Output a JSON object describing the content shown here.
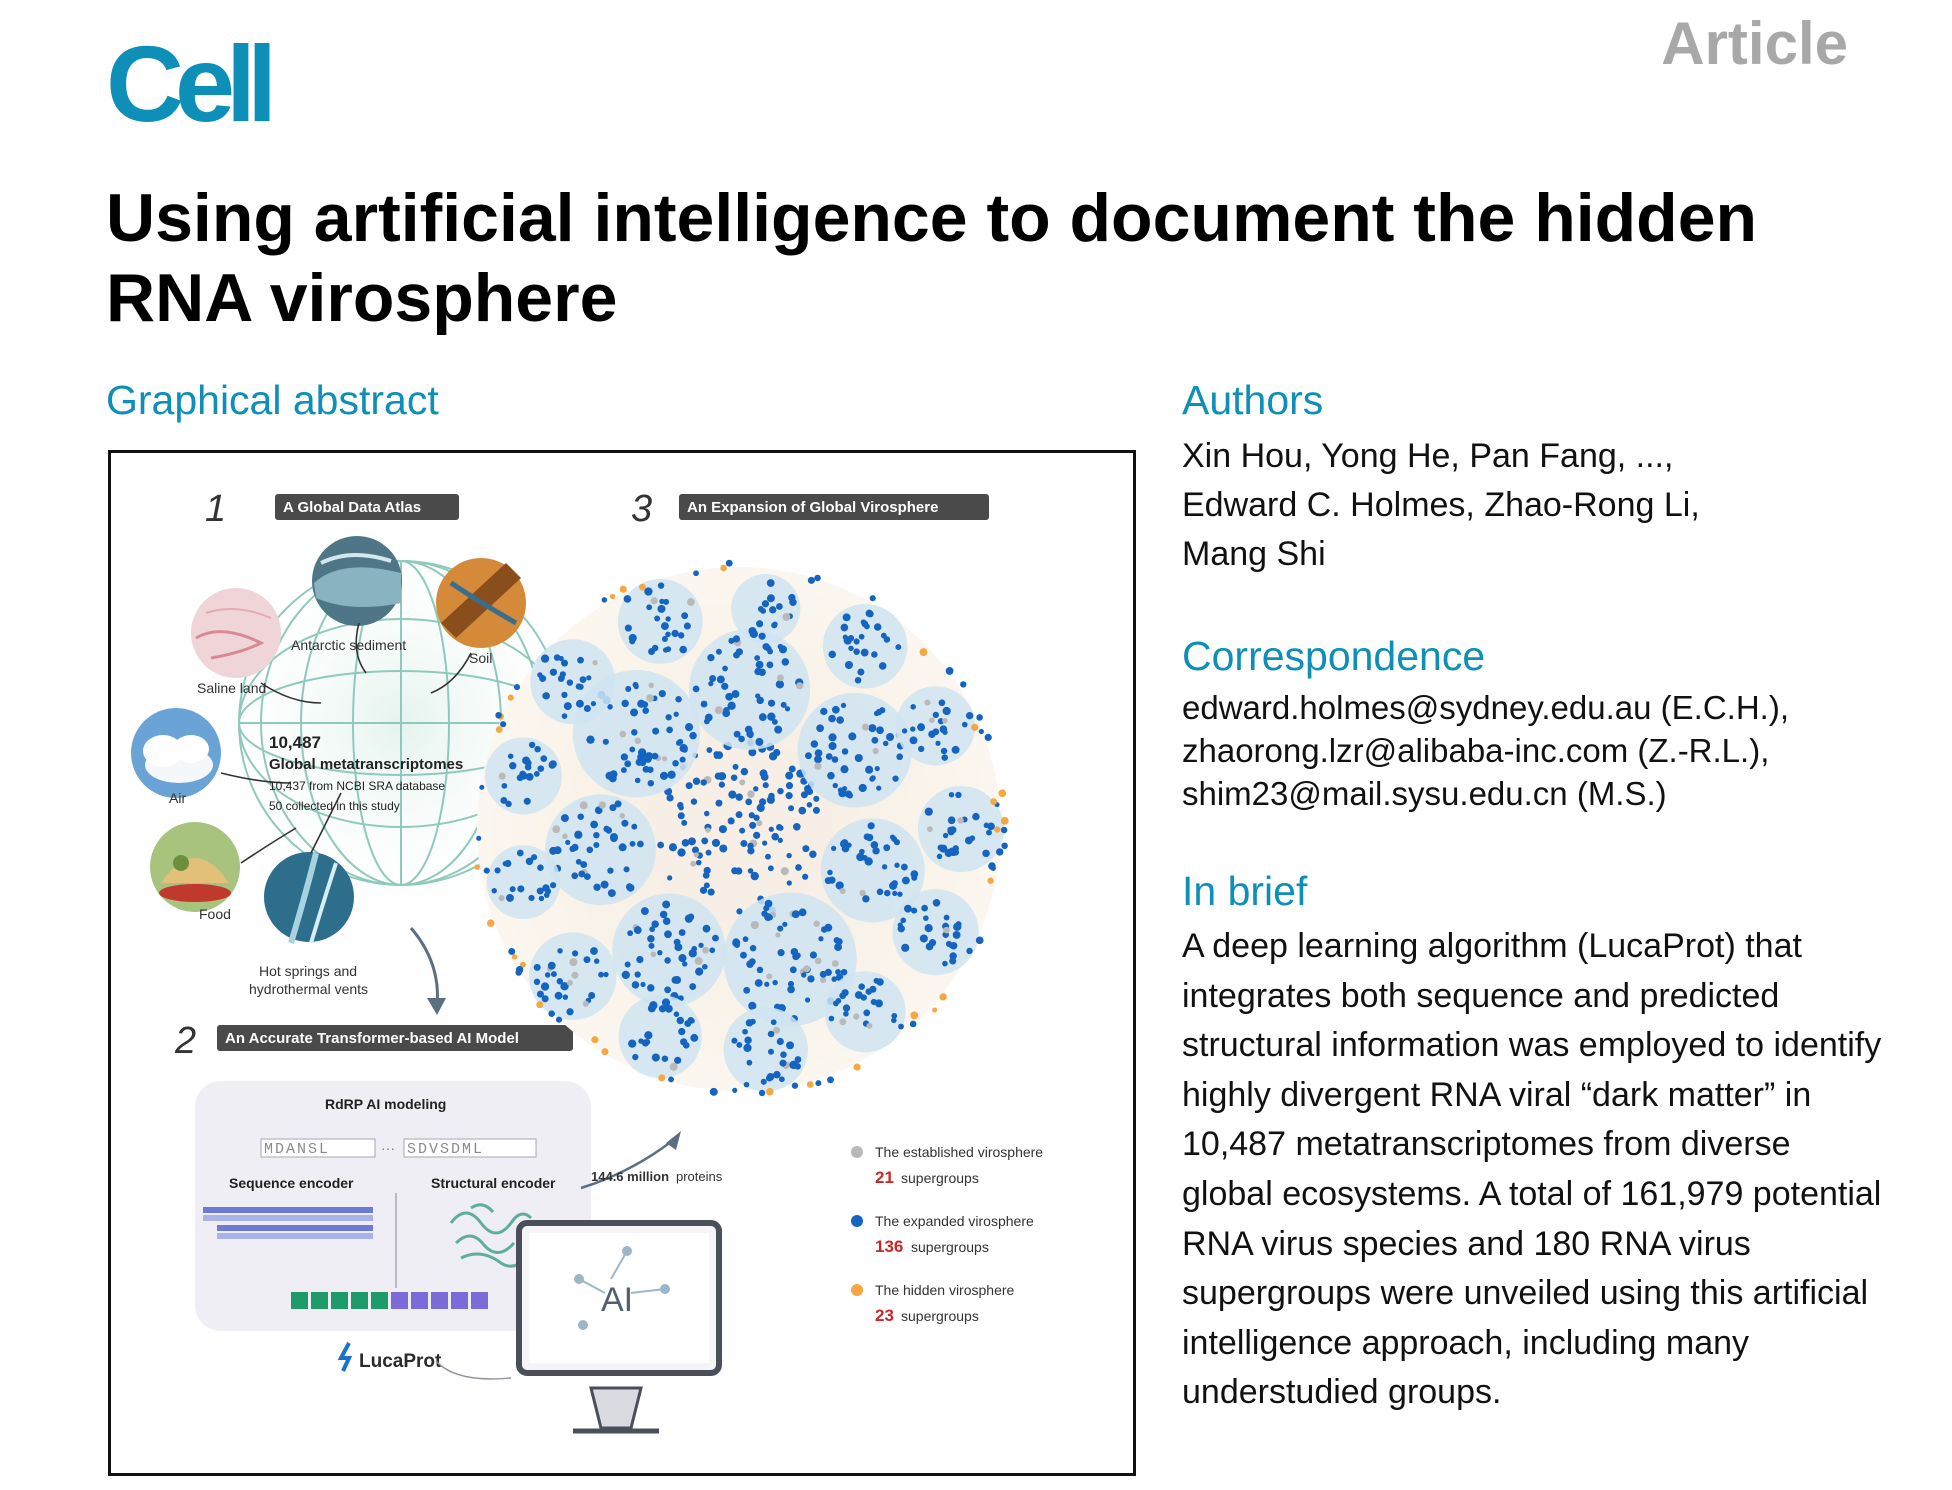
{
  "header": {
    "logo": "Cell",
    "article_type": "Article",
    "title": "Using artificial intelligence to document the hidden RNA virosphere"
  },
  "sections": {
    "graphical_abstract": "Graphical abstract",
    "authors_heading": "Authors",
    "correspondence_heading": "Correspondence",
    "in_brief_heading": "In brief"
  },
  "authors": [
    "Xin Hou, Yong He, Pan Fang, ...,",
    "Edward C. Holmes, Zhao-Rong Li,",
    "Mang Shi"
  ],
  "correspondence": [
    "edward.holmes@sydney.edu.au (E.C.H.),",
    "zhaorong.lzr@alibaba-inc.com (Z.-R.L.),",
    "shim23@mail.sysu.edu.cn (M.S.)"
  ],
  "in_brief": "A deep learning algorithm (LucaProt) that integrates both sequence and predicted structural information was employed to identify highly divergent RNA viral “dark matter” in 10,487 metatranscriptomes from diverse global ecosystems. A total of 161,979 potential RNA virus species and 180 RNA virus supergroups were unveiled using this artificial intelligence approach, including many understudied groups.",
  "abstract_figure": {
    "panel1": {
      "number": "1",
      "badge": "A Global Data Atlas",
      "sites": [
        "Antarctic sediment",
        "Soil",
        "Saline land",
        "Air",
        "Food",
        "Hot springs and",
        "hydrothermal vents"
      ],
      "count": "10,487",
      "count_label": "Global metatranscriptomes",
      "detail1": "10,437 from NCBI SRA database",
      "detail2": "50 collected in this study"
    },
    "panel2": {
      "number": "2",
      "badge": "An Accurate Transformer-based AI Model",
      "box_title": "RdRP AI modeling",
      "sequence_left": "MDANSL",
      "ellipsis": "···",
      "sequence_right": "SDVSDML",
      "sequence_encoder": "Sequence encoder",
      "structural_encoder": "Structural encoder",
      "proteins_count": "144.6 million",
      "proteins_word": "proteins",
      "model_name": "LucaProt",
      "monitor_text": "AI"
    },
    "panel3": {
      "number": "3",
      "badge": "An Expansion of Global Virosphere",
      "legend": [
        {
          "label": "The established virosphere",
          "count": "21",
          "unit": "supergroups",
          "color": "#b9b9b9"
        },
        {
          "label": "The expanded virosphere",
          "count": "136",
          "unit": "supergroups",
          "color": "#1565c0"
        },
        {
          "label": "The hidden virosphere",
          "count": "23",
          "unit": "supergroups",
          "color": "#f5a742"
        }
      ]
    },
    "colors": {
      "accent": "#0d8fb8",
      "badge_bg": "#4a4a4a",
      "cluster_bg": "#cfe4f1",
      "expanded": "#1565c0",
      "established": "#b9b9b9",
      "hidden": "#f5a742",
      "globe": "#8fc9bd",
      "count_red": "#c62828"
    }
  }
}
